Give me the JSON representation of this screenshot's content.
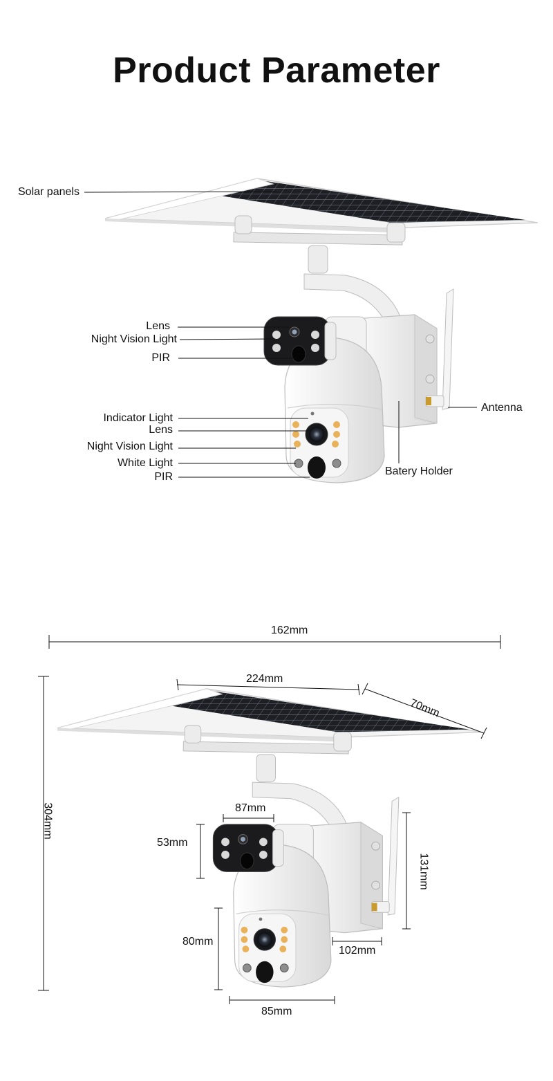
{
  "title": "Product Parameter",
  "top_diagram": {
    "labels": {
      "solar_panels": "Solar panels",
      "lens_top": "Lens",
      "night_vision_top": "Night Vision Light",
      "pir_top": "PIR",
      "indicator_light": "Indicator Light",
      "lens_bottom": "Lens",
      "night_vision_bottom": "Night Vision Light",
      "white_light": "White Light",
      "pir_bottom": "PIR",
      "antenna": "Antenna",
      "battery_holder": "Batery Holder"
    }
  },
  "dimensions": {
    "total_width": "162mm",
    "panel_length": "224mm",
    "panel_depth": "70mm",
    "total_height": "304mm",
    "bullet_width": "87mm",
    "bullet_height": "53mm",
    "box_height": "131mm",
    "box_depth": "102mm",
    "dome_height": "80mm",
    "dome_width": "85mm"
  },
  "colors": {
    "body": "#f3f3f3",
    "outline": "#bfbfbf",
    "panel_cell": "#1d1f24",
    "camera_face": "#1b1b1d",
    "ir_led": "#e9b25a",
    "text": "#111111"
  }
}
